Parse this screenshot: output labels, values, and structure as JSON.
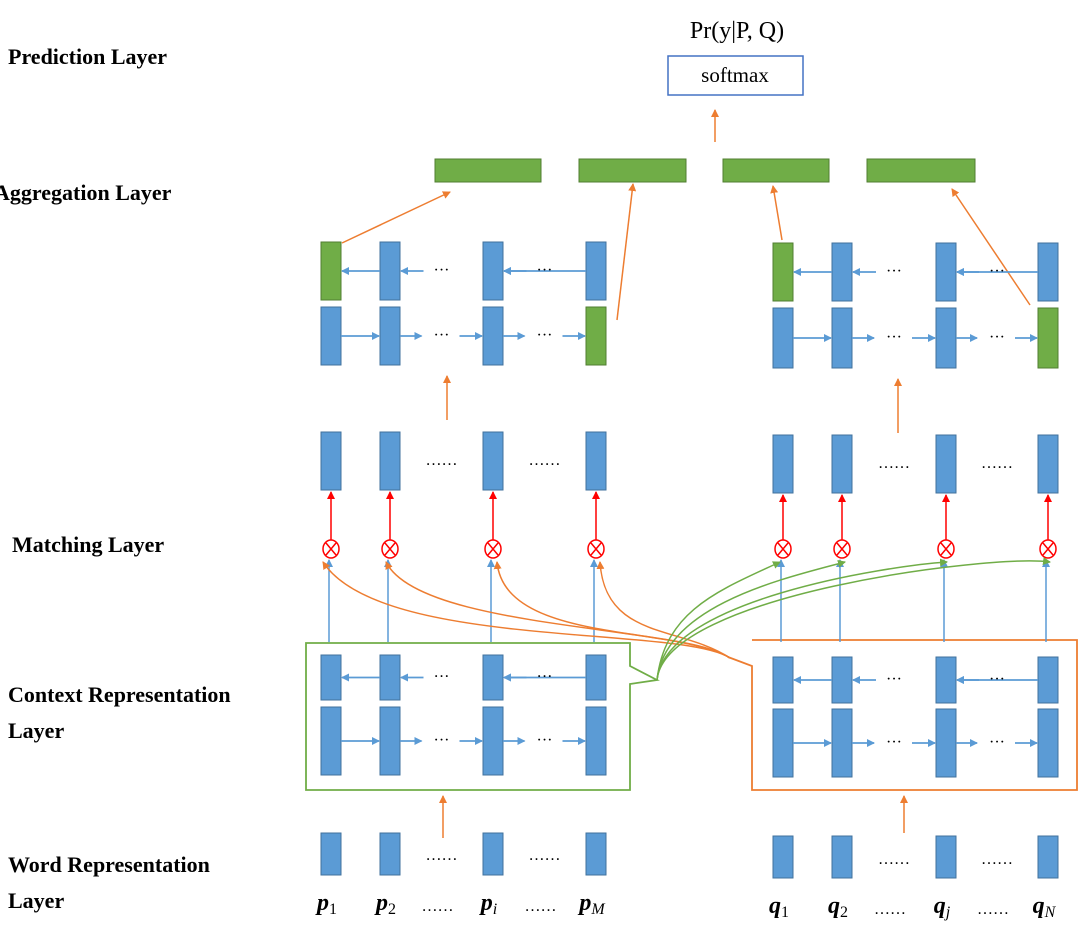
{
  "layers": {
    "prediction": "Prediction Layer",
    "aggregation": "Aggregation Layer",
    "matching": "Matching Layer",
    "context_line1": "Context Representation",
    "context_line2": "Layer",
    "word_line1": "Word Representation",
    "word_line2": "Layer"
  },
  "output": {
    "probability": "Pr(y|P, Q)",
    "softmax": "softmax"
  },
  "ellipsis_short": "···",
  "ellipsis_long": "……",
  "tokens": {
    "p": [
      {
        "base": "p",
        "sub": "1"
      },
      {
        "base": "p",
        "sub": "2"
      },
      {
        "base": "p",
        "sub": "i"
      },
      {
        "base": "p",
        "sub": "M"
      }
    ],
    "q": [
      {
        "base": "q",
        "sub": "1"
      },
      {
        "base": "q",
        "sub": "2"
      },
      {
        "base": "q",
        "sub": "j"
      },
      {
        "base": "q",
        "sub": "N"
      }
    ]
  },
  "colors": {
    "vector": "#5b9bd5",
    "aggregated_vector": "#70ad47",
    "p_context_box": "#70ad47",
    "q_context_box": "#ed7d31",
    "flow_arrow": "#ed7d31",
    "matching_op": "#ff0000",
    "softmax_border": "#4472c4"
  }
}
